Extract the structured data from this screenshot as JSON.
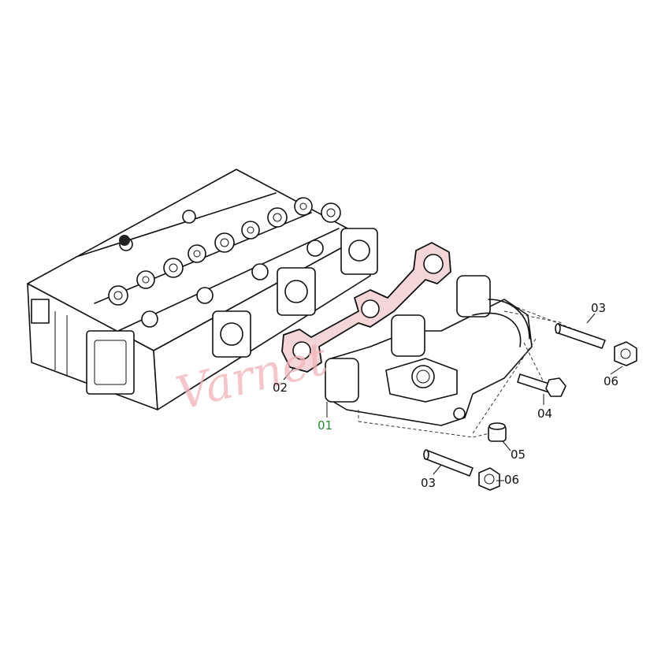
{
  "diagram": {
    "labels": {
      "manifold": "01",
      "gasket": "02",
      "stud_upper": "03",
      "stud_lower": "03",
      "bolt": "04",
      "spacer": "05",
      "nut_upper": "06",
      "nut_lower": "06"
    },
    "watermark": "Varnet",
    "colors": {
      "line": "#111111",
      "gasket_fill": "#f4d6d8",
      "highlight_label": "#1f8a2e",
      "watermark": "#f2b3b8"
    }
  }
}
